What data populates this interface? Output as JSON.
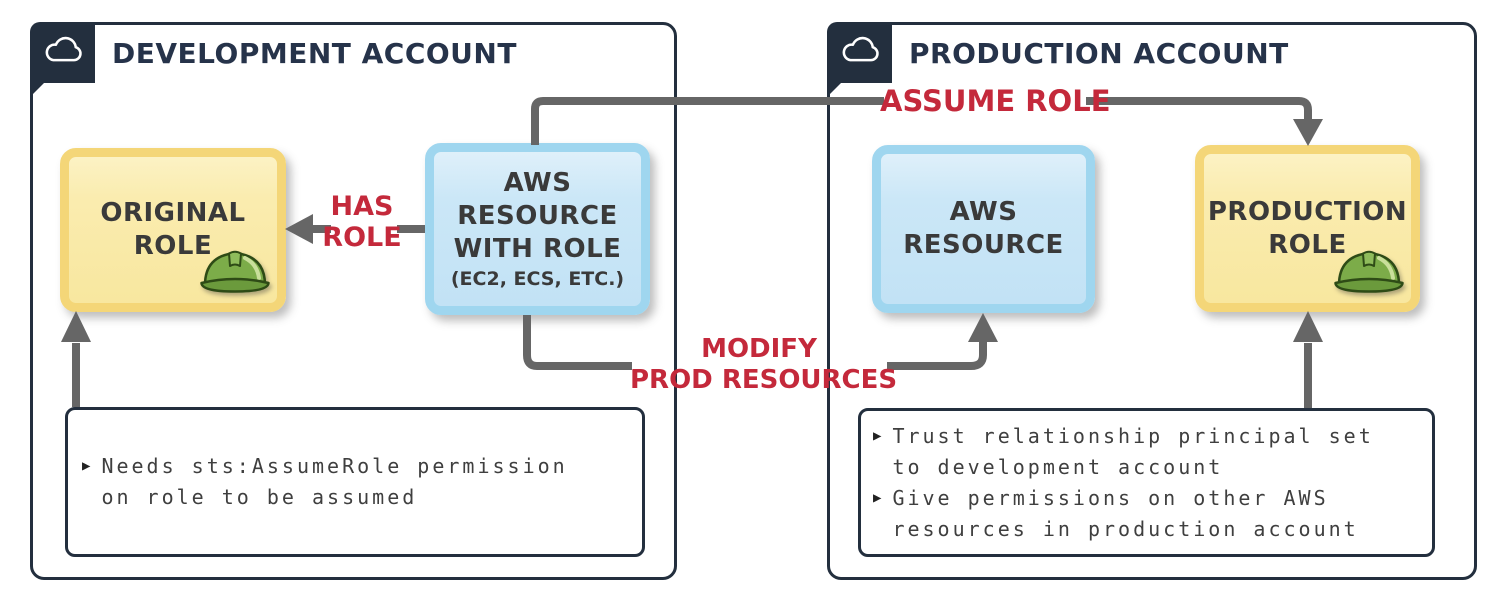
{
  "colors": {
    "navy": "#232F3E",
    "red": "#C4293B",
    "gray": "#666666",
    "yellow-border": "#F4D678",
    "yellow-fill": "#FAECAF",
    "blue-border": "#9FD6EF",
    "blue-fill": "#CBE7F7",
    "text-dark": "#3A3A3A",
    "note-text": "#3F3F3F"
  },
  "accounts": {
    "dev": {
      "title": "DEVELOPMENT ACCOUNT"
    },
    "prod": {
      "title": "PRODUCTION ACCOUNT"
    }
  },
  "nodes": {
    "original_role": {
      "line1": "ORIGINAL",
      "line2": "ROLE"
    },
    "aws_resource_with_role": {
      "line1": "AWS",
      "line2": "RESOURCE",
      "line3": "WITH ROLE",
      "line4": "(EC2, ECS, ETC.)"
    },
    "aws_resource": {
      "line1": "AWS",
      "line2": "RESOURCE"
    },
    "production_role": {
      "line1": "PRODUCTION",
      "line2": "ROLE"
    }
  },
  "edges": {
    "has_role": {
      "line1": "HAS",
      "line2": "ROLE"
    },
    "assume_role": {
      "label": "ASSUME ROLE"
    },
    "modify_prod": {
      "line1": "MODIFY",
      "line2": "PROD RESOURCES"
    }
  },
  "notes": {
    "bullet": "▶",
    "dev": {
      "item1_line1": "Needs sts:AssumeRole permission",
      "item1_line2": "on role to be assumed"
    },
    "prod": {
      "item1_line1": "Trust relationship principal set",
      "item1_line2": "to development account",
      "item2_line1": "Give permissions on other AWS",
      "item2_line2": "resources in production account"
    }
  }
}
